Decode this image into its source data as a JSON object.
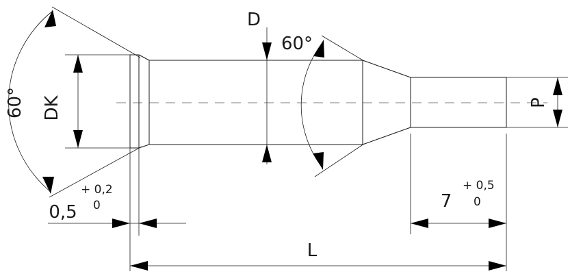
{
  "labels": {
    "angle_head": "60°",
    "angle_cone": "60°",
    "dk": "DK",
    "d": "D",
    "p": "P",
    "l": "L",
    "head_thickness": "0,5",
    "head_tol_upper": "+ 0,2",
    "head_tol_lower": "0",
    "tip_length": "7",
    "tip_tol_upper": "+ 0,5",
    "tip_tol_lower": "0"
  },
  "colors": {
    "line": "#1a1a1a",
    "background": "#ffffff"
  }
}
